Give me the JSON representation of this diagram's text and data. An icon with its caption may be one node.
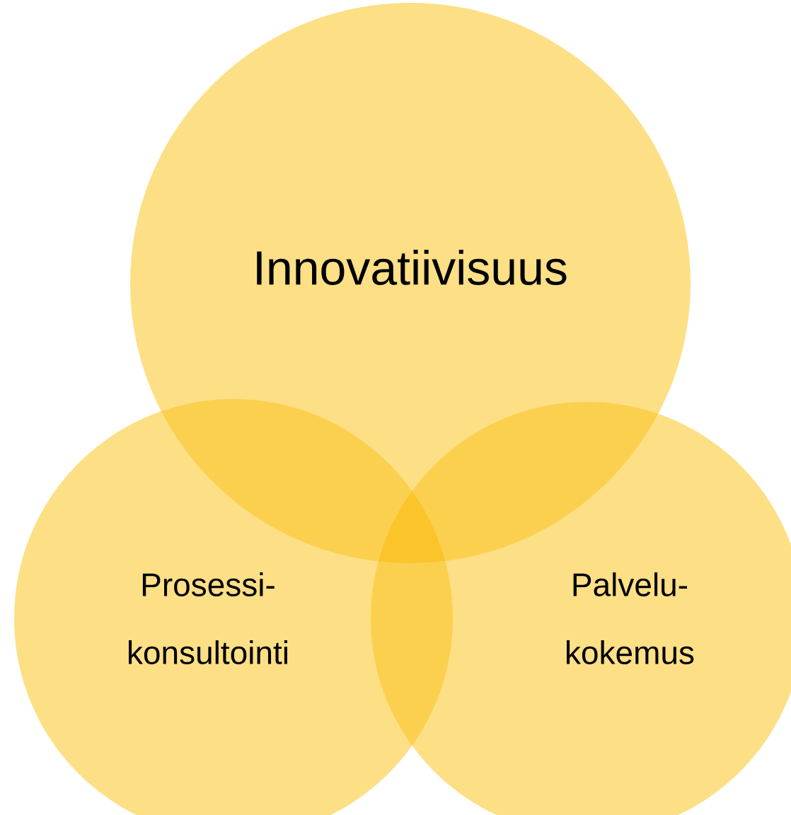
{
  "diagram": {
    "nodes": [
      {
        "text": [
          "Innovatiivisuus"
        ]
      },
      {
        "text": [
          "Prosessi- konsultointi"
        ]
      },
      {
        "text": [
          "Palvelu- kokemus"
        ]
      }
    ]
  }
}
